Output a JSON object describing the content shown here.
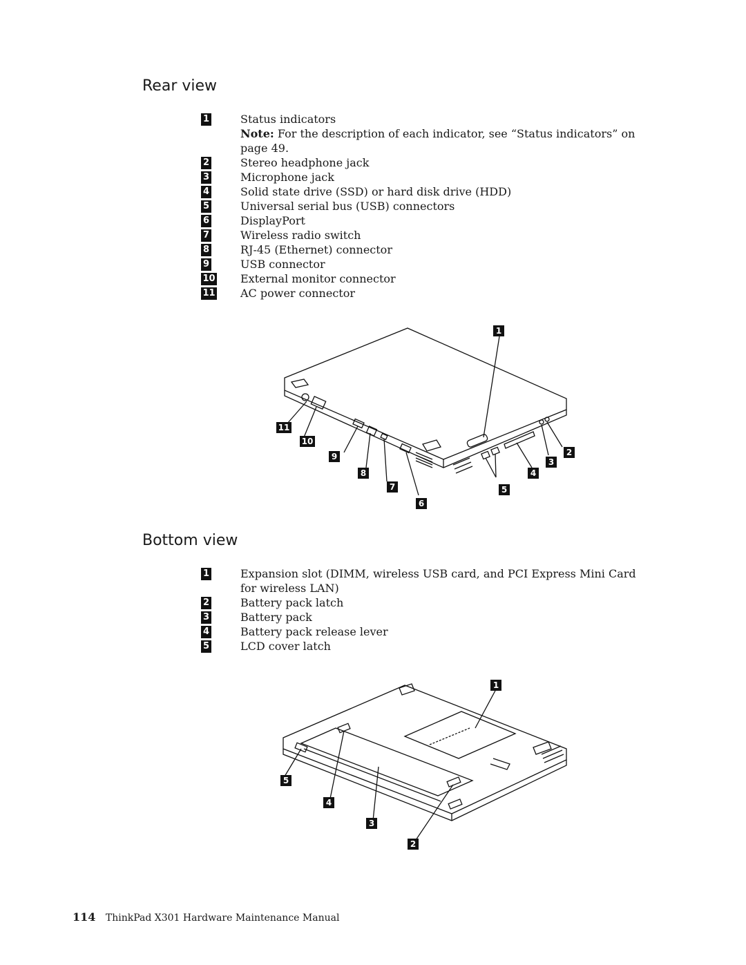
{
  "rear": {
    "title": "Rear view",
    "items": [
      {
        "num": "1",
        "text": "Status indicators"
      },
      {
        "num": "2",
        "text": "Stereo headphone jack"
      },
      {
        "num": "3",
        "text": "Microphone jack"
      },
      {
        "num": "4",
        "text": "Solid state drive (SSD) or hard disk drive (HDD)"
      },
      {
        "num": "5",
        "text": "Universal serial bus (USB) connectors"
      },
      {
        "num": "6",
        "text": "DisplayPort"
      },
      {
        "num": "7",
        "text": "Wireless radio switch"
      },
      {
        "num": "8",
        "text": "RJ-45 (Ethernet) connector"
      },
      {
        "num": "9",
        "text": "USB connector"
      },
      {
        "num": "10",
        "text": "External monitor connector"
      },
      {
        "num": "11",
        "text": "AC power connector"
      }
    ],
    "note_label": "Note:",
    "note_text": "For the description of each indicator, see “Status indicators” on page 49."
  },
  "bottom": {
    "title": "Bottom view",
    "items": [
      {
        "num": "1",
        "text": "Expansion slot (DIMM, wireless USB card, and PCI Express Mini Card for wireless LAN)"
      },
      {
        "num": "2",
        "text": "Battery pack latch"
      },
      {
        "num": "3",
        "text": "Battery pack"
      },
      {
        "num": "4",
        "text": "Battery pack release lever"
      },
      {
        "num": "5",
        "text": "LCD cover latch"
      }
    ]
  },
  "footer": {
    "page_number": "114",
    "manual_title": "ThinkPad X301 Hardware Maintenance Manual"
  }
}
